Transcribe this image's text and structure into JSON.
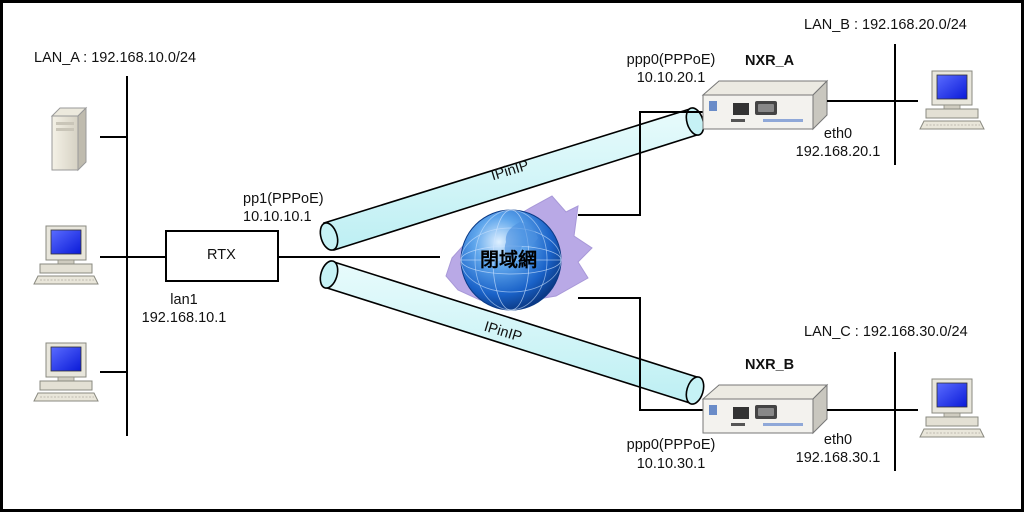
{
  "lan_a": {
    "label": "LAN_A : 192.168.10.0/24"
  },
  "lan_b": {
    "label": "LAN_B : 192.168.20.0/24"
  },
  "lan_c": {
    "label": "LAN_C : 192.168.30.0/24"
  },
  "rtx": {
    "name": "RTX",
    "wan_if": "pp1(PPPoE)",
    "wan_ip": "10.10.10.1",
    "lan_if": "lan1",
    "lan_ip": "192.168.10.1"
  },
  "nxr_a": {
    "name": "NXR_A",
    "wan_if": "ppp0(PPPoE)",
    "wan_ip": "10.10.20.1",
    "lan_if": "eth0",
    "lan_ip": "192.168.20.1"
  },
  "nxr_b": {
    "name": "NXR_B",
    "wan_if": "ppp0(PPPoE)",
    "wan_ip": "10.10.30.1",
    "lan_if": "eth0",
    "lan_ip": "192.168.30.1"
  },
  "cloud": {
    "label": "閉域網"
  },
  "tunnels": {
    "upper": "IPinIP",
    "lower": "IPinIP"
  },
  "colors": {
    "tunnel_fill": "#ccf6f8",
    "globe": "#1a62c8",
    "cloud_shadow": "#b9a9e6",
    "frame": "#000000"
  }
}
